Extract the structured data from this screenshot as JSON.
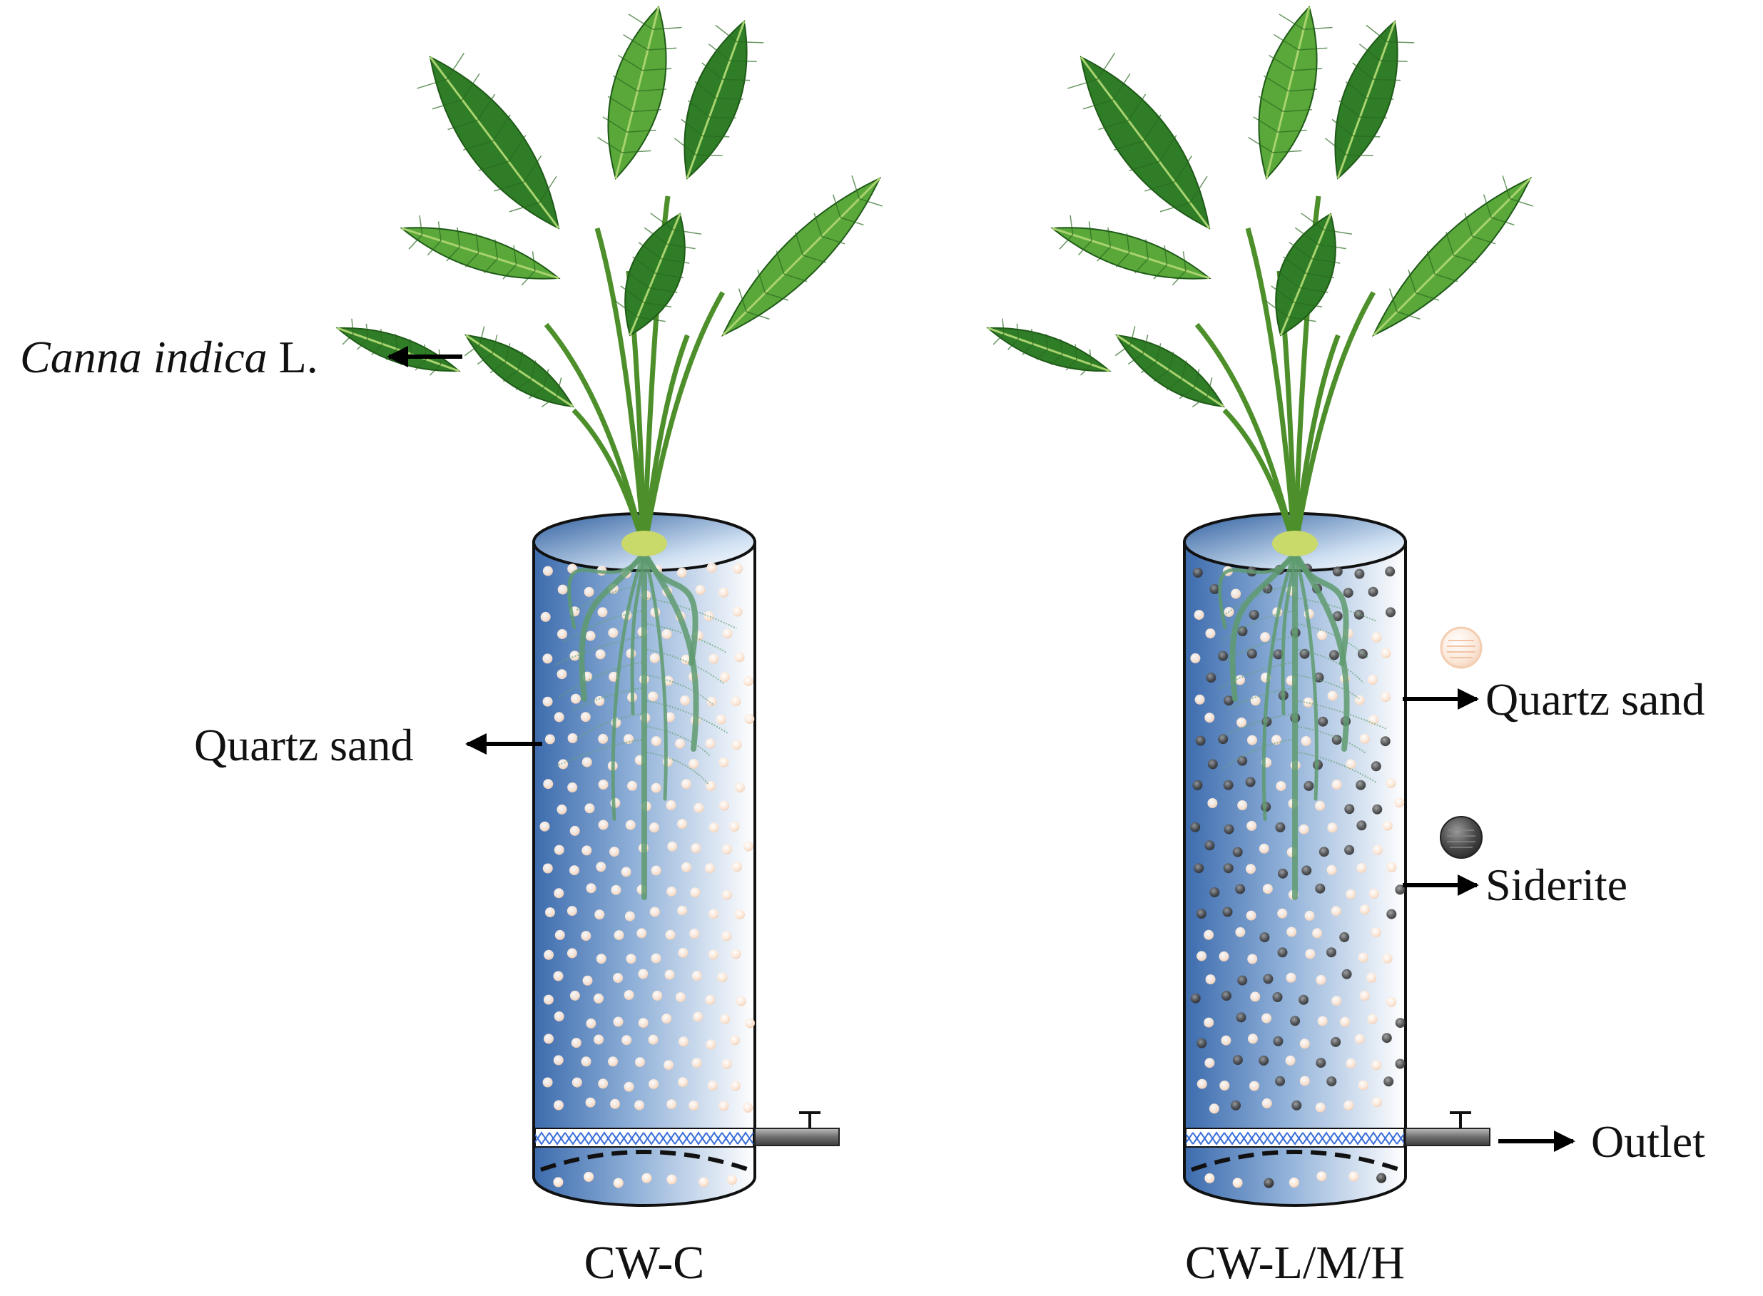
{
  "labels": {
    "plant_species_italic": "Canna indica",
    "plant_species_suffix": "L.",
    "quartz_sand_left": "Quartz sand",
    "quartz_sand_right": "Quartz sand",
    "siderite": "Siderite",
    "outlet": "Outlet",
    "column_left": "CW-C",
    "column_right": "CW-L/M/H"
  },
  "colors": {
    "column_blue_dark": "#3f6faf",
    "column_blue_light": "#ffffff",
    "quartz_particle": "#fbe6d6",
    "siderite_particle": "#505050",
    "leaf_green": "#4a9a2c",
    "root_green": "#5e9a6e",
    "mesh_blue": "#3a6fd8",
    "pipe_gray": "#777777"
  },
  "icons": {
    "quartz_legend": "quartz-sand-particle-icon",
    "siderite_legend": "siderite-particle-icon"
  }
}
